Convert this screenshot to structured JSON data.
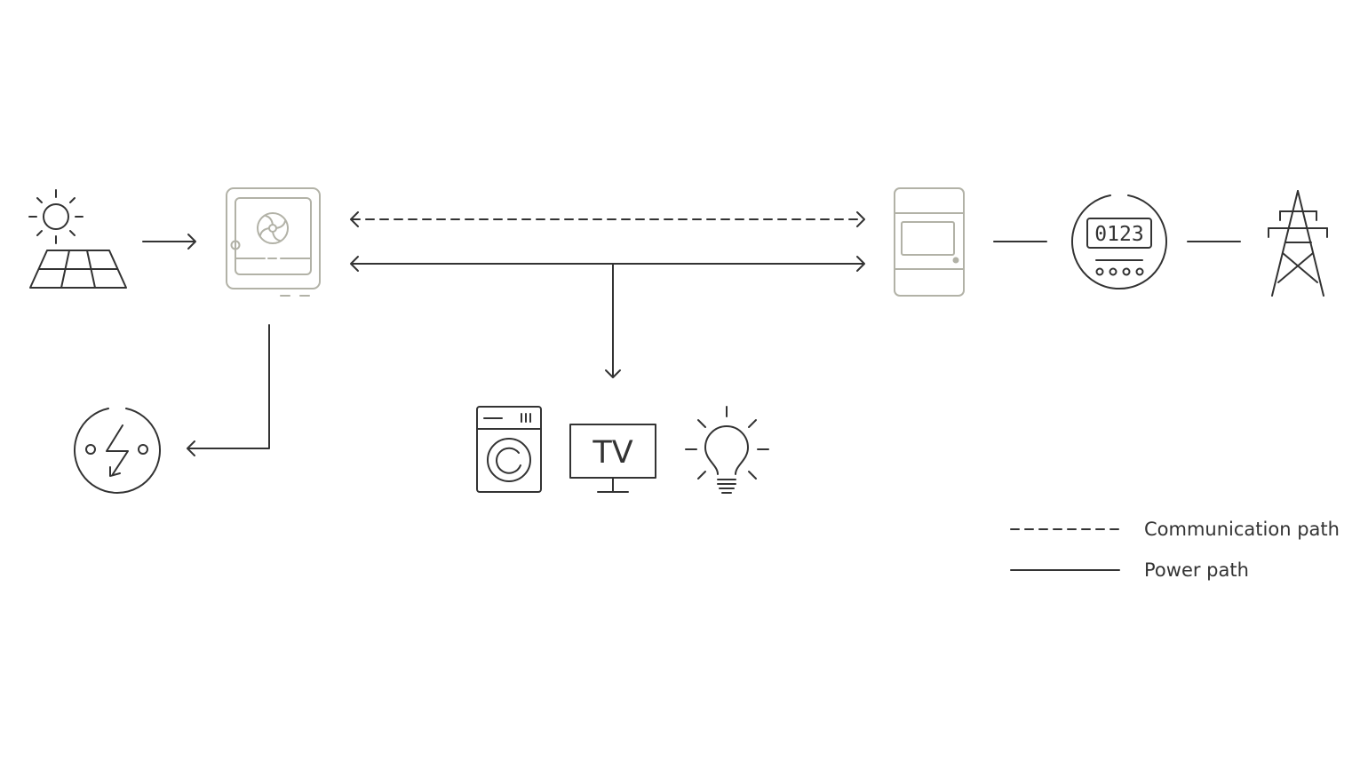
{
  "diagram": {
    "nodes": [
      {
        "id": "pv-array",
        "icon": "solar-panel-icon"
      },
      {
        "id": "inverter",
        "icon": "inverter-icon"
      },
      {
        "id": "backup-load",
        "icon": "ev-charger-icon"
      },
      {
        "id": "household-loads",
        "icons": [
          "washing-machine-icon",
          "tv-icon",
          "light-bulb-icon"
        ]
      },
      {
        "id": "smart-meter",
        "icon": "din-rail-meter-icon"
      },
      {
        "id": "utility-meter",
        "icon": "electricity-meter-icon"
      },
      {
        "id": "grid",
        "icon": "power-pylon-icon"
      }
    ],
    "edges": [
      {
        "from": "pv-array",
        "to": "inverter",
        "kind": "power",
        "direction": "forward"
      },
      {
        "from": "inverter",
        "to": "smart-meter",
        "kind": "communication",
        "direction": "both"
      },
      {
        "from": "inverter",
        "to": "smart-meter",
        "kind": "power",
        "direction": "both"
      },
      {
        "from": "inverter-meter-line",
        "to": "household-loads",
        "kind": "power",
        "direction": "forward"
      },
      {
        "from": "inverter",
        "to": "backup-load",
        "kind": "power",
        "direction": "forward"
      },
      {
        "from": "smart-meter",
        "to": "utility-meter",
        "kind": "power",
        "direction": "none"
      },
      {
        "from": "utility-meter",
        "to": "grid",
        "kind": "power",
        "direction": "none"
      }
    ],
    "colors": {
      "line": "#333333",
      "device": "#b2b2a7",
      "background": "#ffffff"
    }
  },
  "meter": {
    "digits": "0123"
  },
  "tv": {
    "label": "TV"
  },
  "legend": {
    "communication_label": "Communication path",
    "power_label": "Power path"
  }
}
